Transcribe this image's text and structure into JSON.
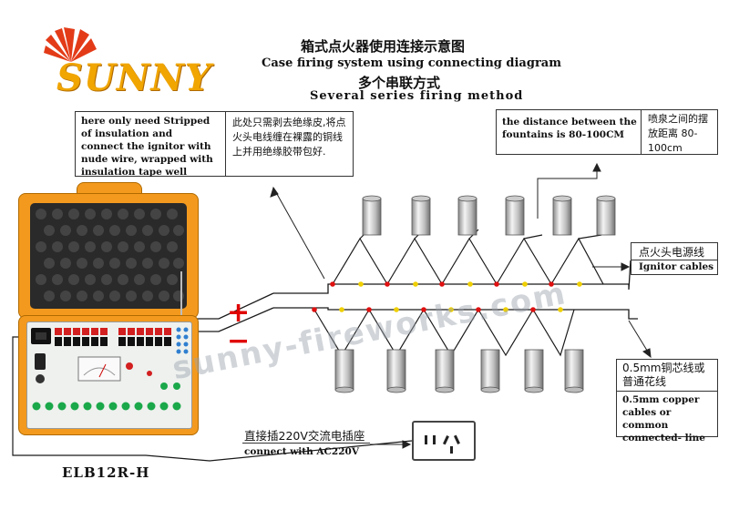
{
  "brand": {
    "logo_text": "SUNNY"
  },
  "title": {
    "cn": "箱式点火器使用连接示意图",
    "en": "Case firing system using connecting diagram",
    "sub_cn": "多个串联方式",
    "sub_en": "Several series firing method"
  },
  "notes": {
    "strip_en": "here only need Stripped of insulation and connect the ignitor with nude wire, wrapped with insulation tape well",
    "strip_cn": "此处只需剥去绝缘皮,将点火头电线缠在裸露的铜线上并用绝缘胶带包好.",
    "distance_en": "the distance between the fountains is 80-100CM",
    "distance_cn": "喷泉之间的摆放距离 80-100cm",
    "ignitor_cn": "点火头电源线",
    "ignitor_en": "Ignitor cables",
    "cable_cn": "0.5mm铜芯线或普通花线",
    "cable_en": "0.5mm copper cables or common connected- line",
    "power_cn": "直接插220V交流电插座",
    "power_en": "connect with AC220V"
  },
  "polarity": {
    "plus": "+",
    "minus": "−"
  },
  "device": {
    "model": "ELB12R-H"
  },
  "watermark": "sunny-fireworks.com",
  "colors": {
    "case": "#f39a1e",
    "panel": "#eef1ee",
    "wire": "#1a1a1a",
    "red_dot": "#e01010",
    "yellow_dot": "#f0d000"
  }
}
